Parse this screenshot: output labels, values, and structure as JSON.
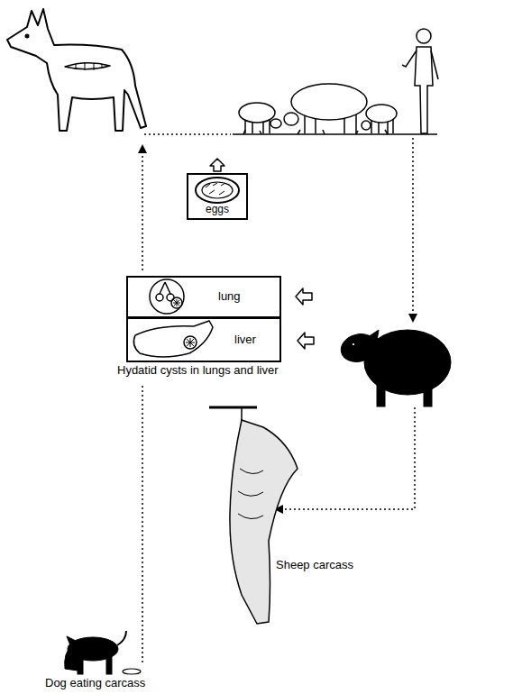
{
  "diagram": {
    "nodes": [
      {
        "text": [
          "eggs"
        ]
      },
      {
        "text": [
          "lung"
        ]
      },
      {
        "text": [
          "liver"
        ]
      }
    ],
    "labels": [
      "Hydatid cysts in lungs and liver",
      "Sheep carcass",
      "Dog eating carcass"
    ]
  }
}
